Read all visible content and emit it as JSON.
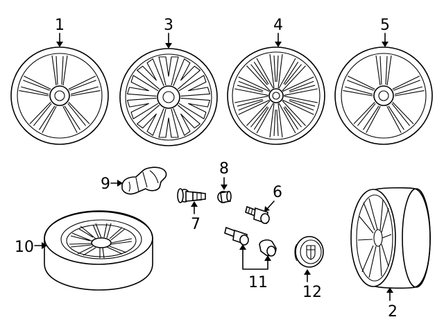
{
  "labels": {
    "l1": "1",
    "l2": "2",
    "l3": "3",
    "l4": "4",
    "l5": "5",
    "l6": "6",
    "l7": "7",
    "l8": "8",
    "l9": "9",
    "l10": "10",
    "l11": "11",
    "l12": "12"
  },
  "icons": {
    "wheel_1": "five-double-spoke-wheel",
    "wheel_2": "wheel-side-view",
    "wheel_3": "multi-spoke-wheel",
    "wheel_4": "split-spoke-wheel",
    "wheel_5": "five-double-spoke-wheel",
    "part_6": "lug-bolt",
    "part_7": "valve-stem",
    "part_8": "valve-cap",
    "part_9": "tire-pressure-sensor",
    "part_10": "spare-tire",
    "part_11": "locking-bolts",
    "part_12": "center-cap"
  }
}
